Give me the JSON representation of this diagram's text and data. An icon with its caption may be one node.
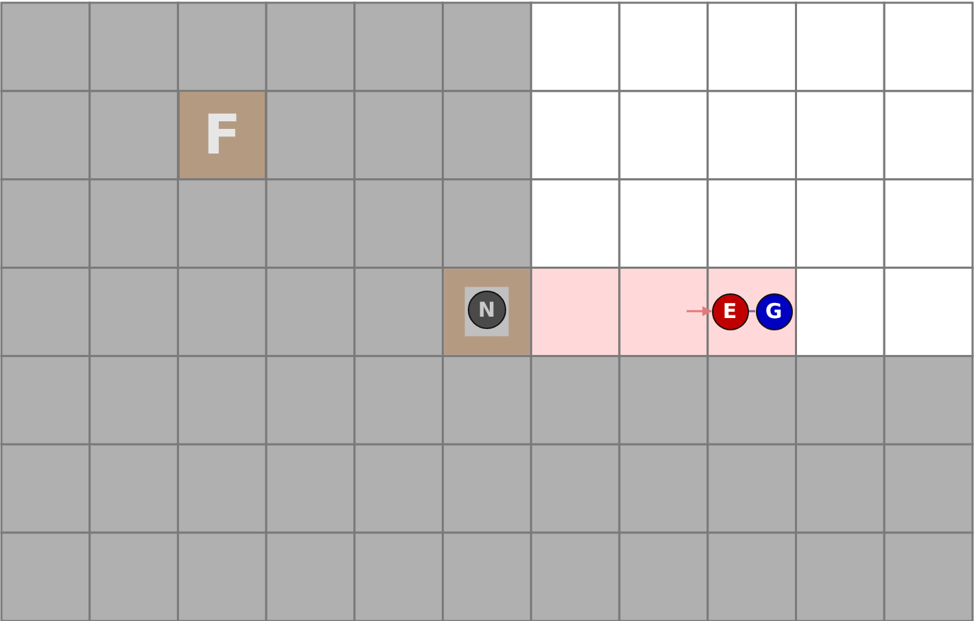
{
  "diagram": {
    "nodes": [
      {
        "text": [
          "F"
        ]
      },
      {
        "text": [
          "N"
        ]
      },
      {
        "text": [
          "E"
        ]
      },
      {
        "text": [
          "G"
        ]
      }
    ],
    "edges": [
      {
        "from": null,
        "to": 2,
        "arrow": "to",
        "color": "#e07a7a"
      },
      {
        "from": 2,
        "to": 3,
        "arrow": "none",
        "color": "#8a5aa8"
      }
    ]
  }
}
